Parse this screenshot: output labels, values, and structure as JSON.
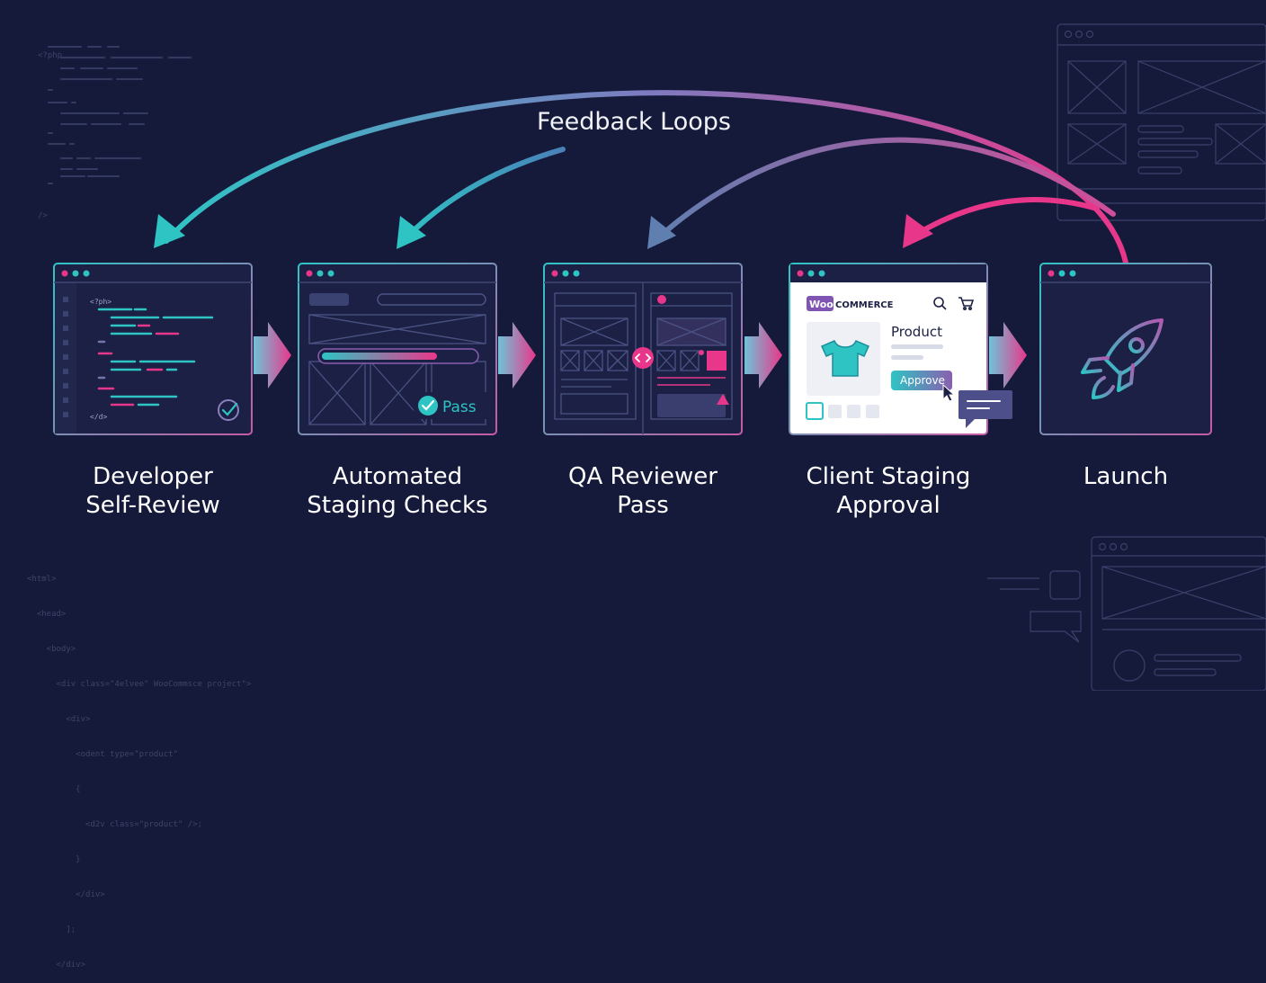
{
  "title": "Feedback Loops",
  "background_code_top": [
    "<?php",
    "",
    "",
    "",
    "",
    "",
    "",
    "",
    "",
    "",
    "",
    "",
    "",
    "",
    "",
    "/>"
  ],
  "background_code_bottom": [
    "<html>",
    "  <head>",
    "    <body>",
    "      <div class=\"4elvee\" WooCommsce project\">",
    "        <div>",
    "          <odent type=\"product\"",
    "          {",
    "            <d2v class=\"product\" />;",
    "          }",
    "          </div>",
    "        ];",
    "      </div>"
  ],
  "stages": [
    {
      "label_line1": "Developer",
      "label_line2": "Self-Review"
    },
    {
      "label_line1": "Automated",
      "label_line2": "Staging Checks"
    },
    {
      "label_line1": "QA Reviewer",
      "label_line2": "Pass"
    },
    {
      "label_line1": "Client Staging",
      "label_line2": "Approval"
    },
    {
      "label_line1": "Launch",
      "label_line2": ""
    }
  ],
  "dev_code": {
    "open_tag": "<?ph>",
    "close_tag": "</d>"
  },
  "checks": {
    "badge_text": "Pass"
  },
  "client": {
    "brand_woo": "Woo",
    "brand_commerce": "COMMERCE",
    "product_title": "Product",
    "approve_label": "Approve"
  },
  "colors": {
    "teal": "#2ec4c4",
    "pink": "#e8378a",
    "purple": "#8a5fb0",
    "background": "#161a3a"
  }
}
